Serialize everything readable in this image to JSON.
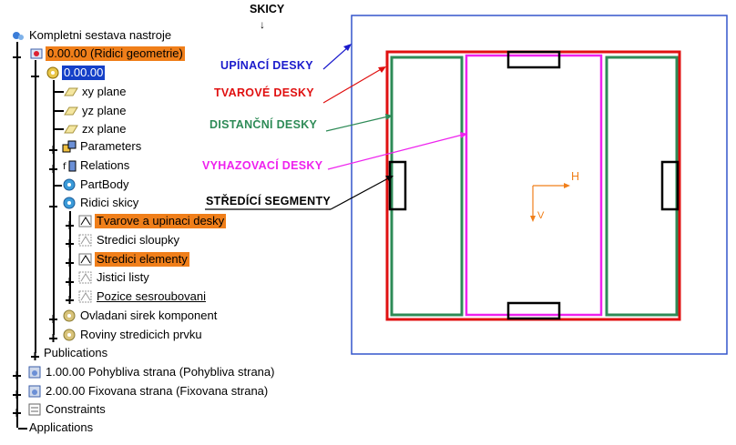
{
  "title": "SKICY",
  "tree": {
    "root": "Kompletni sestava nastroje",
    "n1": "0.00.00 (Ridici geometrie)",
    "n2": "0.00.00",
    "xy": "xy plane",
    "yz": "yz plane",
    "zx": "zx plane",
    "parameters": "Parameters",
    "relations": "Relations",
    "partbody": "PartBody",
    "ridici_skicy": "Ridici skicy",
    "tvarove": "Tvarove a upinaci desky",
    "sloupky": "Stredici sloupky",
    "elementy": "Stredici elementy",
    "listy": "Jistici listy",
    "pozice": "Pozice sesroubovani",
    "ovladani": "Ovladani sirek komponent",
    "roviny": "Roviny stredicich prvku",
    "publications": "Publications",
    "p1": "1.00.00 Pohybliva strana (Pohybliva strana)",
    "p2": "2.00.00 Fixovana strana (Fixovana strana)",
    "constraints": "Constraints",
    "applications": "Applications"
  },
  "labels": {
    "upinaci": "UPÍNACÍ DESKY",
    "tvarove": "TVAROVÉ DESKY",
    "distancni": "DISTANČNÍ DESKY",
    "vyhazovaci": "VYHAZOVACÍ DESKY",
    "stredici": "STŘEDÍCÍ SEGMENTY"
  },
  "axes": {
    "h": "H",
    "v": "V"
  },
  "colors": {
    "upinaci": "#1a1acc",
    "tvarove": "#e01010",
    "distancni": "#2e8b57",
    "vyhazovaci": "#ee22ee",
    "stredici": "#000000",
    "frame": "#3355cc",
    "axis": "#f07f1a",
    "highlight": "#f07f1a",
    "selection": "#1540c8"
  }
}
